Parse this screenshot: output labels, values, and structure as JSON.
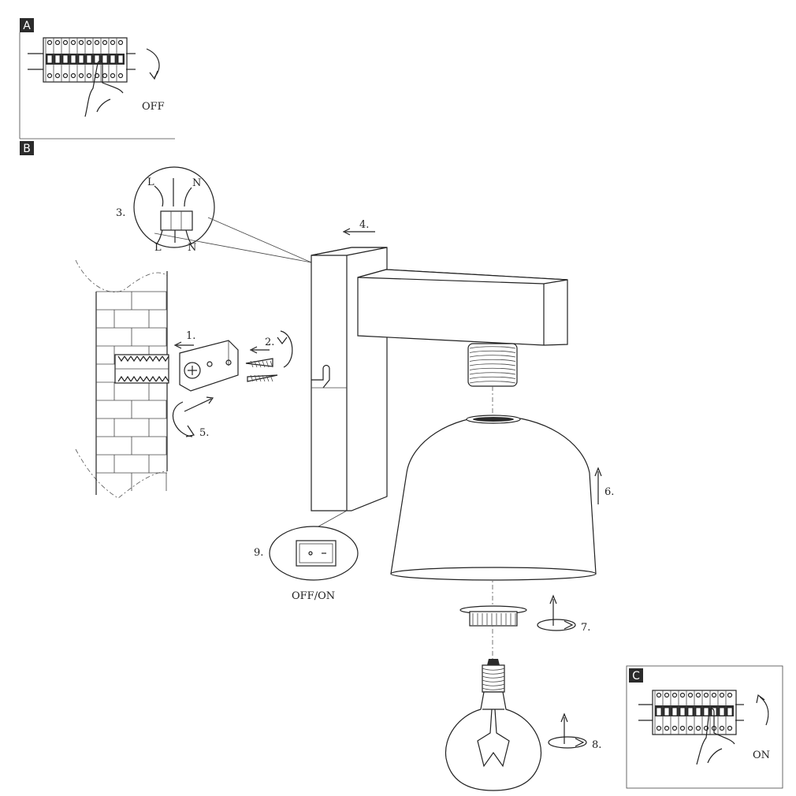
{
  "panels": {
    "a": {
      "letter": "A",
      "label": "OFF"
    },
    "b": {
      "letter": "B"
    },
    "c": {
      "letter": "C",
      "label": "ON"
    }
  },
  "steps": {
    "s1": "1.",
    "s2": "2.",
    "s3": "3.",
    "s4": "4.",
    "s5": "5.",
    "s6": "6.",
    "s7": "7.",
    "s8": "8.",
    "s9": "9."
  },
  "switch_label": "OFF/ON",
  "wiring": {
    "live": "L",
    "neutral": "N"
  }
}
